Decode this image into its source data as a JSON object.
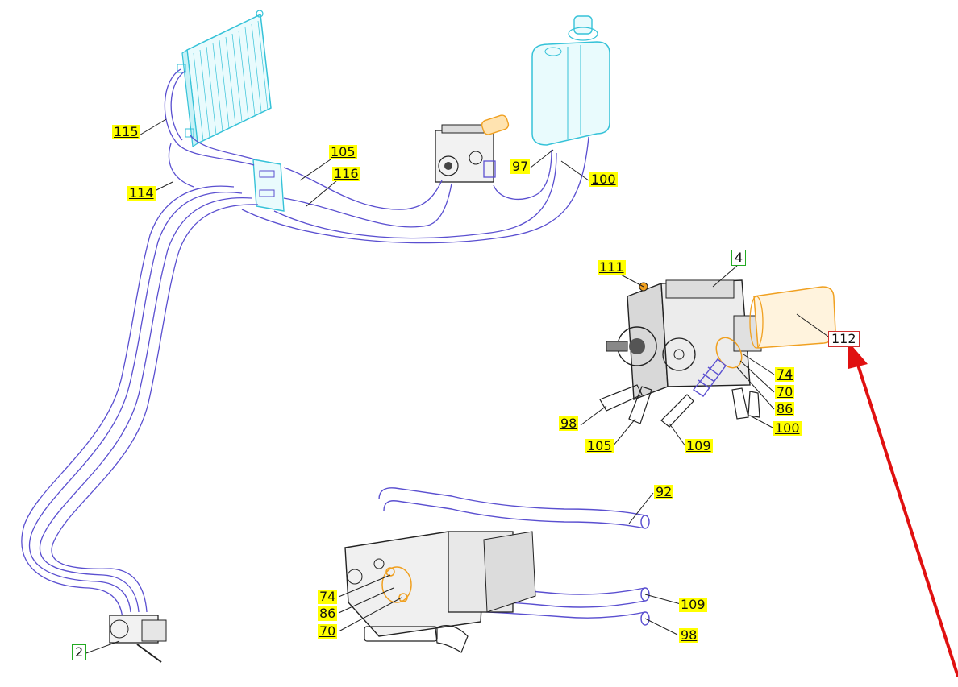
{
  "colors": {
    "hose": "#5a4fd0",
    "cooler": "#35c2d8",
    "filter": "#f0a020",
    "highlight": "#ffff00",
    "assembly_box": "#22aa22",
    "part_box": "#d03030",
    "arrow": "#e01010",
    "outline": "#222222"
  },
  "callouts": [
    {
      "id": "c115",
      "text": "115",
      "style": "yellow"
    },
    {
      "id": "c114",
      "text": "114",
      "style": "yellow"
    },
    {
      "id": "c105a",
      "text": "105",
      "style": "yellow"
    },
    {
      "id": "c116",
      "text": "116",
      "style": "yellow"
    },
    {
      "id": "c97",
      "text": "97",
      "style": "yellow"
    },
    {
      "id": "c100a",
      "text": "100",
      "style": "yellow"
    },
    {
      "id": "c111",
      "text": "111",
      "style": "yellow"
    },
    {
      "id": "c4",
      "text": "4",
      "style": "green"
    },
    {
      "id": "c112",
      "text": "112",
      "style": "red"
    },
    {
      "id": "c74a",
      "text": "74",
      "style": "yellow"
    },
    {
      "id": "c70a",
      "text": "70",
      "style": "yellow"
    },
    {
      "id": "c86a",
      "text": "86",
      "style": "yellow"
    },
    {
      "id": "c100b",
      "text": "100",
      "style": "yellow"
    },
    {
      "id": "c98a",
      "text": "98",
      "style": "yellow"
    },
    {
      "id": "c105b",
      "text": "105",
      "style": "yellow"
    },
    {
      "id": "c109a",
      "text": "109",
      "style": "yellow"
    },
    {
      "id": "c92",
      "text": "92",
      "style": "yellow"
    },
    {
      "id": "c109b",
      "text": "109",
      "style": "yellow"
    },
    {
      "id": "c98b",
      "text": "98",
      "style": "yellow"
    },
    {
      "id": "c74b",
      "text": "74",
      "style": "yellow"
    },
    {
      "id": "c86b",
      "text": "86",
      "style": "yellow"
    },
    {
      "id": "c70b",
      "text": "70",
      "style": "yellow"
    },
    {
      "id": "c2",
      "text": "2",
      "style": "green"
    }
  ]
}
